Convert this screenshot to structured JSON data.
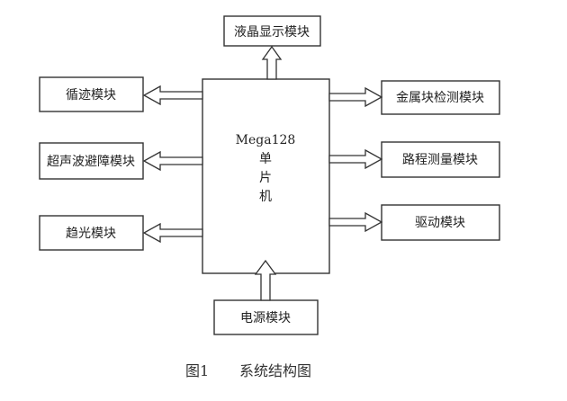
{
  "mcu": {
    "name": "Mega128",
    "line1": "单",
    "line2": "片",
    "line3": "机"
  },
  "modules": {
    "lcd": "液晶显示模块",
    "tracking": "循迹模块",
    "ultrasonic": "超声波避障模块",
    "light_seeking": "趋光模块",
    "metal_detect": "金属块检测模块",
    "distance": "路程测量模块",
    "drive": "驱动模块",
    "power": "电源模块"
  },
  "caption": {
    "figure_number": "图1",
    "title": "系统结构图"
  }
}
